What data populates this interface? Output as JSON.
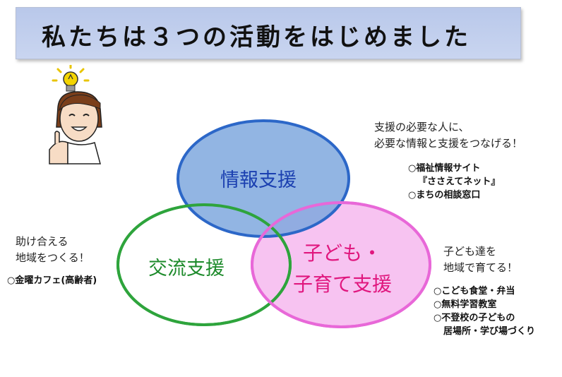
{
  "title": "私たちは３つの活動をはじめました",
  "circles": {
    "info": {
      "label": "情報支援",
      "fill": "#7fa8de",
      "stroke": "#2c67c8"
    },
    "kouryu": {
      "label": "交流支援",
      "fill": "#ffffff",
      "stroke": "#2ea43c"
    },
    "child": {
      "label_line1": "子ども・",
      "label_line2": "子育て支援",
      "fill": "#f6b8ee",
      "stroke": "#e868d8"
    }
  },
  "info_note": {
    "line1": "支援の必要な人に、",
    "line2": "必要な情報と支援をつなげる！",
    "items": [
      "○福祉情報サイト",
      "『ささえてネット』",
      "○まちの相談窓口"
    ]
  },
  "kouryu_note": {
    "line1": "助け合える",
    "line2": "地域をつくる！",
    "items": [
      "○金曜カフェ(高齢者)"
    ]
  },
  "child_note": {
    "line1": "子ども達を",
    "line2": "地域で育てる！",
    "items": [
      "○こども食堂・弁当",
      "○無料学習教室",
      "○不登校の子どもの",
      "居場所・学び場づくり"
    ]
  },
  "colors": {
    "title_bg": "#c2d0ee",
    "skin": "#f7dcc5",
    "hair": "#7a3e1a",
    "bulb": "#f3d400"
  },
  "icons": [
    "lightbulb-icon",
    "person-illustration"
  ]
}
